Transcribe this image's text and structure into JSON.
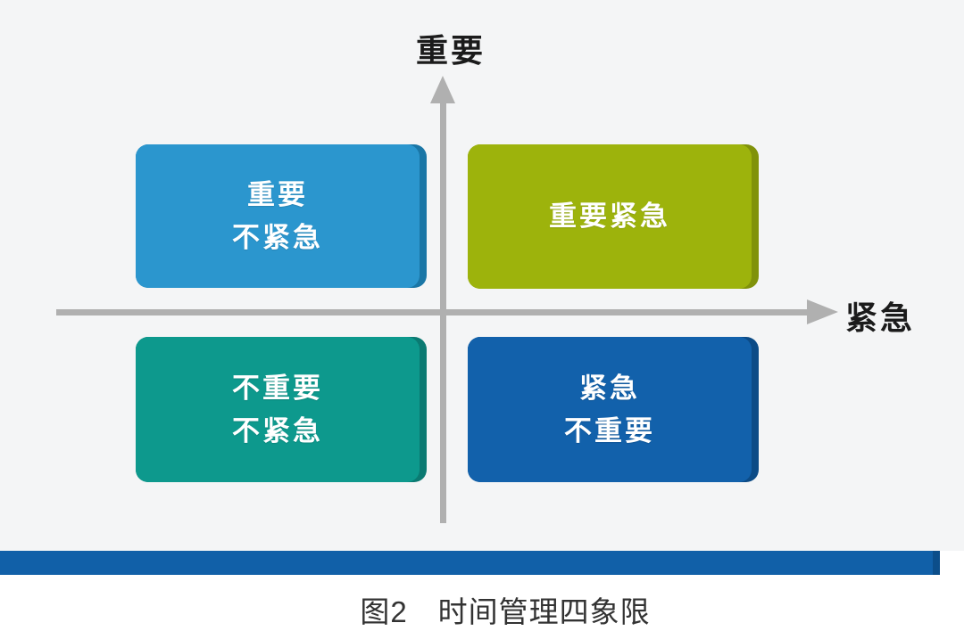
{
  "figure": {
    "caption": "图2　时间管理四象限"
  },
  "axes": {
    "y_label": "重要",
    "x_label": "紧急",
    "line_color": "#b0b0b0",
    "label_color": "#1b1b1b"
  },
  "quadrants": {
    "top_left": {
      "line1": "重要",
      "line2": "不紧急",
      "fill": "#2b96ce",
      "edge": "#1a76a6"
    },
    "top_right": {
      "line1": "重要紧急",
      "line2": "",
      "fill": "#9db30c",
      "edge": "#80920a"
    },
    "bottom_left": {
      "line1": "不重要",
      "line2": "不紧急",
      "fill": "#0d998d",
      "edge": "#0b7a72"
    },
    "bottom_right": {
      "line1": "紧急",
      "line2": "不重要",
      "fill": "#1261ab",
      "edge": "#0c4b86"
    }
  },
  "divider_bar": {
    "color": "#1160a8",
    "edge_color": "#0c4e8a"
  },
  "background": {
    "stage": "#f4f5f6",
    "page": "#ffffff"
  },
  "text_color_on_cards": "#ffffff",
  "caption_color": "#333333"
}
